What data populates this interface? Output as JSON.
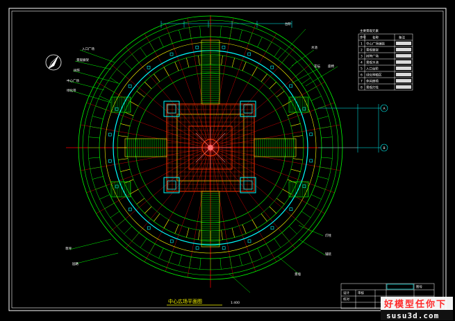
{
  "drawing": {
    "plan_title": "中心広场平面图",
    "scale": "1:400",
    "legend_title": "主要景观元素",
    "legend_header": [
      "序号",
      "名称",
      "备注"
    ],
    "legend_rows": [
      {
        "no": "1",
        "name": "中心广场铺装",
        "note": ""
      },
      {
        "no": "2",
        "name": "景观廊架",
        "note": ""
      },
      {
        "no": "3",
        "name": "树阵广场",
        "note": ""
      },
      {
        "no": "4",
        "name": "景观水池",
        "note": ""
      },
      {
        "no": "5",
        "name": "入口台阶",
        "note": ""
      },
      {
        "no": "6",
        "name": "绿化种植区",
        "note": ""
      },
      {
        "no": "7",
        "name": "休闲座椅",
        "note": ""
      },
      {
        "no": "8",
        "name": "景观灯柱",
        "note": ""
      }
    ],
    "callouts": [
      "入口广场",
      "景观廊架",
      "树阵",
      "中心广场",
      "绿化带",
      "台阶",
      "水池",
      "花坛",
      "座椅",
      "灯柱",
      "铺装",
      "景墙",
      "草坪",
      "园路"
    ],
    "grid_markers": [
      "A",
      "B"
    ],
    "title_block": [
      "设计",
      "校对",
      "审核",
      "图号"
    ]
  },
  "watermark": {
    "cn": "好模型任你下",
    "en": "susu3d.com"
  },
  "colors": {
    "background": "#000000",
    "ring": "#00ff00",
    "frame": "#ffffff",
    "hatch": "#ff3300",
    "structure": "#ffff00",
    "pillar": "#00ffff",
    "dimension": "#00ffff",
    "watermark_red": "#ff2a2a",
    "axis": "#ff0000"
  },
  "icons": [
    "north-arrow-icon"
  ]
}
